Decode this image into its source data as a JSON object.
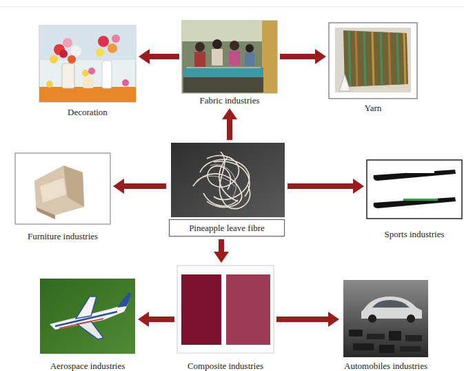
{
  "diagram": {
    "nodes": [
      {
        "text": [
          "Decoration"
        ]
      },
      {
        "text": [
          "Fabric industries"
        ]
      },
      {
        "text": [
          "Yarn"
        ]
      },
      {
        "text": [
          "Furniture industries"
        ]
      },
      {
        "text": [
          "Pineapple leave fibre"
        ]
      },
      {
        "text": [
          "Sports industries"
        ]
      },
      {
        "text": [
          "Aerospace industries"
        ]
      },
      {
        "text": [
          "Composite industries"
        ]
      },
      {
        "text": [
          "Automobiles industries"
        ]
      }
    ],
    "edges": [
      {
        "from": 4,
        "to": 1,
        "arrow": "to"
      },
      {
        "from": 1,
        "to": 0,
        "arrow": "to"
      },
      {
        "from": 1,
        "to": 2,
        "arrow": "to"
      },
      {
        "from": 4,
        "to": 3,
        "arrow": "to"
      },
      {
        "from": 4,
        "to": 5,
        "arrow": "to"
      },
      {
        "from": 4,
        "to": 7,
        "arrow": "to"
      },
      {
        "from": 7,
        "to": 6,
        "arrow": "to"
      },
      {
        "from": 7,
        "to": 8,
        "arrow": "to"
      }
    ]
  }
}
